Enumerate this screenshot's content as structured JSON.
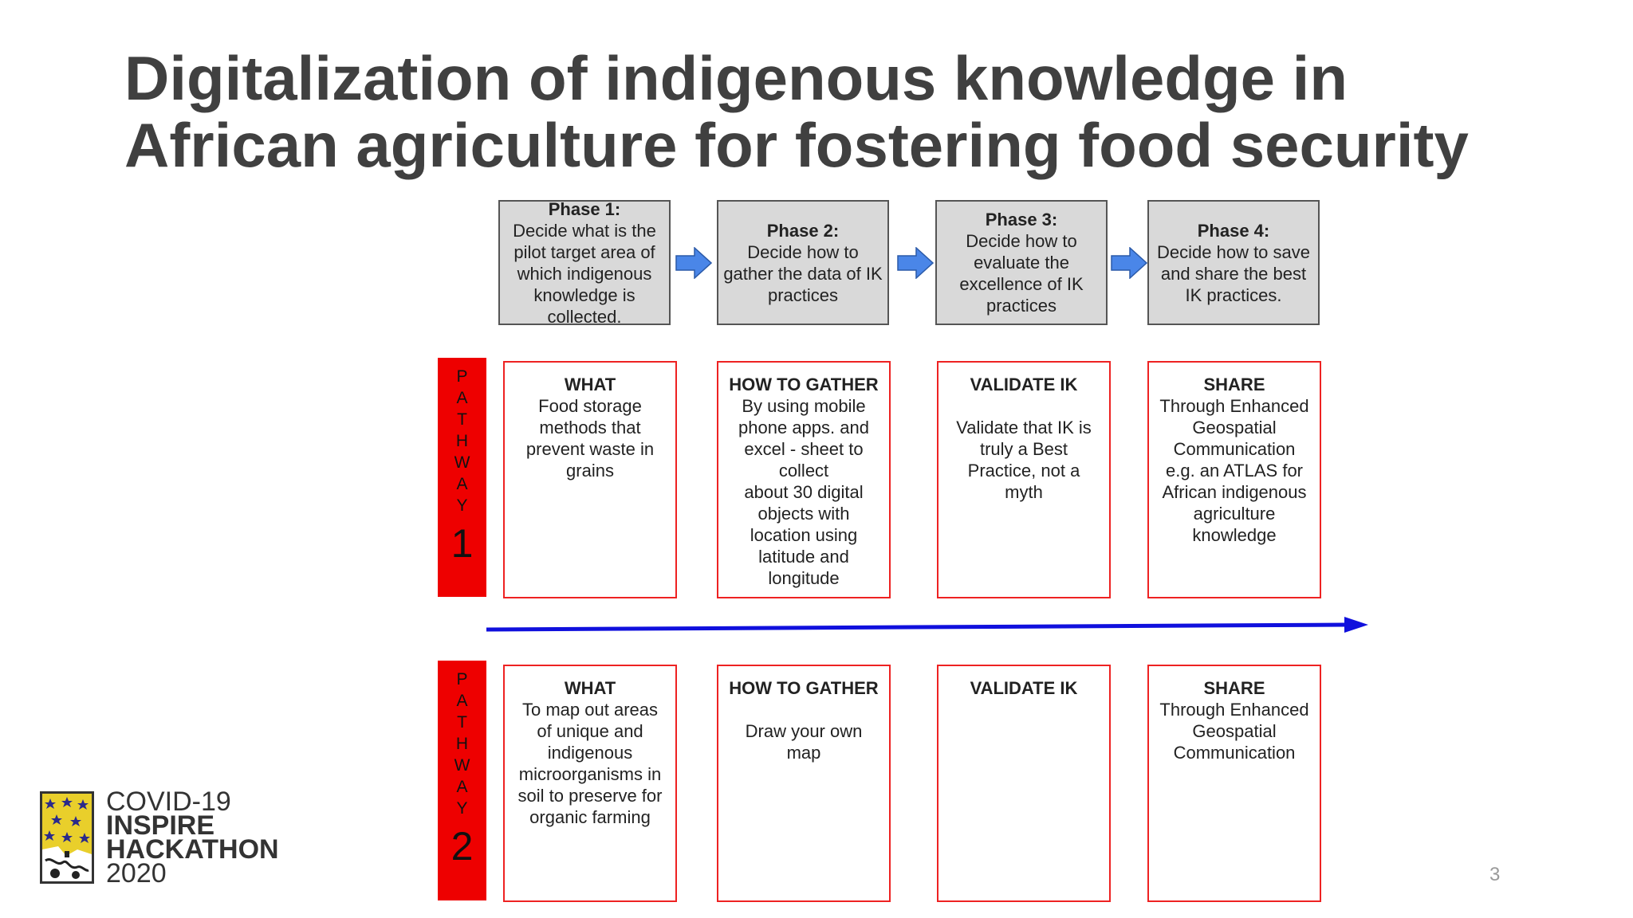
{
  "title": {
    "line1": "Digitalization of indigenous knowledge in",
    "line2": "African agriculture for fostering food security"
  },
  "phases": [
    {
      "title": "Phase 1:",
      "text": "Decide what is the pilot target area of which indigenous knowledge is collected."
    },
    {
      "title": "Phase 2:",
      "text": "Decide how to gather the data of IK practices"
    },
    {
      "title": "Phase 3:",
      "text": "Decide how to evaluate the excellence of IK practices"
    },
    {
      "title": "Phase 4:",
      "text": "Decide how to save and share the best IK practices."
    }
  ],
  "pathways": [
    {
      "letters": "P\nA\nT\nH\nW\nA\nY",
      "number": "1",
      "cards": [
        {
          "head": "WHAT",
          "body": "Food storage\nmethods that\nprevent waste in\ngrains"
        },
        {
          "head": "HOW TO GATHER",
          "body": "By using mobile\nphone apps. and\nexcel - sheet to\ncollect\nabout 30 digital\nobjects with\nlocation using\nlatitude and\nlongitude"
        },
        {
          "head": "VALIDATE IK",
          "body": "\nValidate that IK is\ntruly a Best\nPractice, not a\nmyth"
        },
        {
          "head": "SHARE",
          "body": "Through Enhanced\nGeospatial\nCommunication\ne.g. an ATLAS for\nAfrican indigenous\nagriculture\nknowledge"
        }
      ]
    },
    {
      "letters": "P\nA\nT\nH\nW\nA\nY",
      "number": "2",
      "cards": [
        {
          "head": "WHAT",
          "body": "To map out areas\nof unique and\nindigenous\nmicroorganisms in\nsoil to preserve for\norganic farming"
        },
        {
          "head": "HOW TO GATHER",
          "body": "\nDraw your own\nmap"
        },
        {
          "head": "VALIDATE IK",
          "body": ""
        },
        {
          "head": "SHARE",
          "body": "Through Enhanced\nGeospatial\nCommunication"
        }
      ]
    }
  ],
  "logo": {
    "line1": "COVID-19",
    "line2": "INSPIRE",
    "line3": "HACKATHON",
    "line4": "2020"
  },
  "page_number": "3",
  "colors": {
    "phase_fill": "#d9d9d9",
    "arrow_fill": "#4a86e8",
    "pathway_red": "#ee0000",
    "card_border": "#ee2222",
    "timeline_blue": "#1010dd",
    "title_gray": "#404040"
  }
}
